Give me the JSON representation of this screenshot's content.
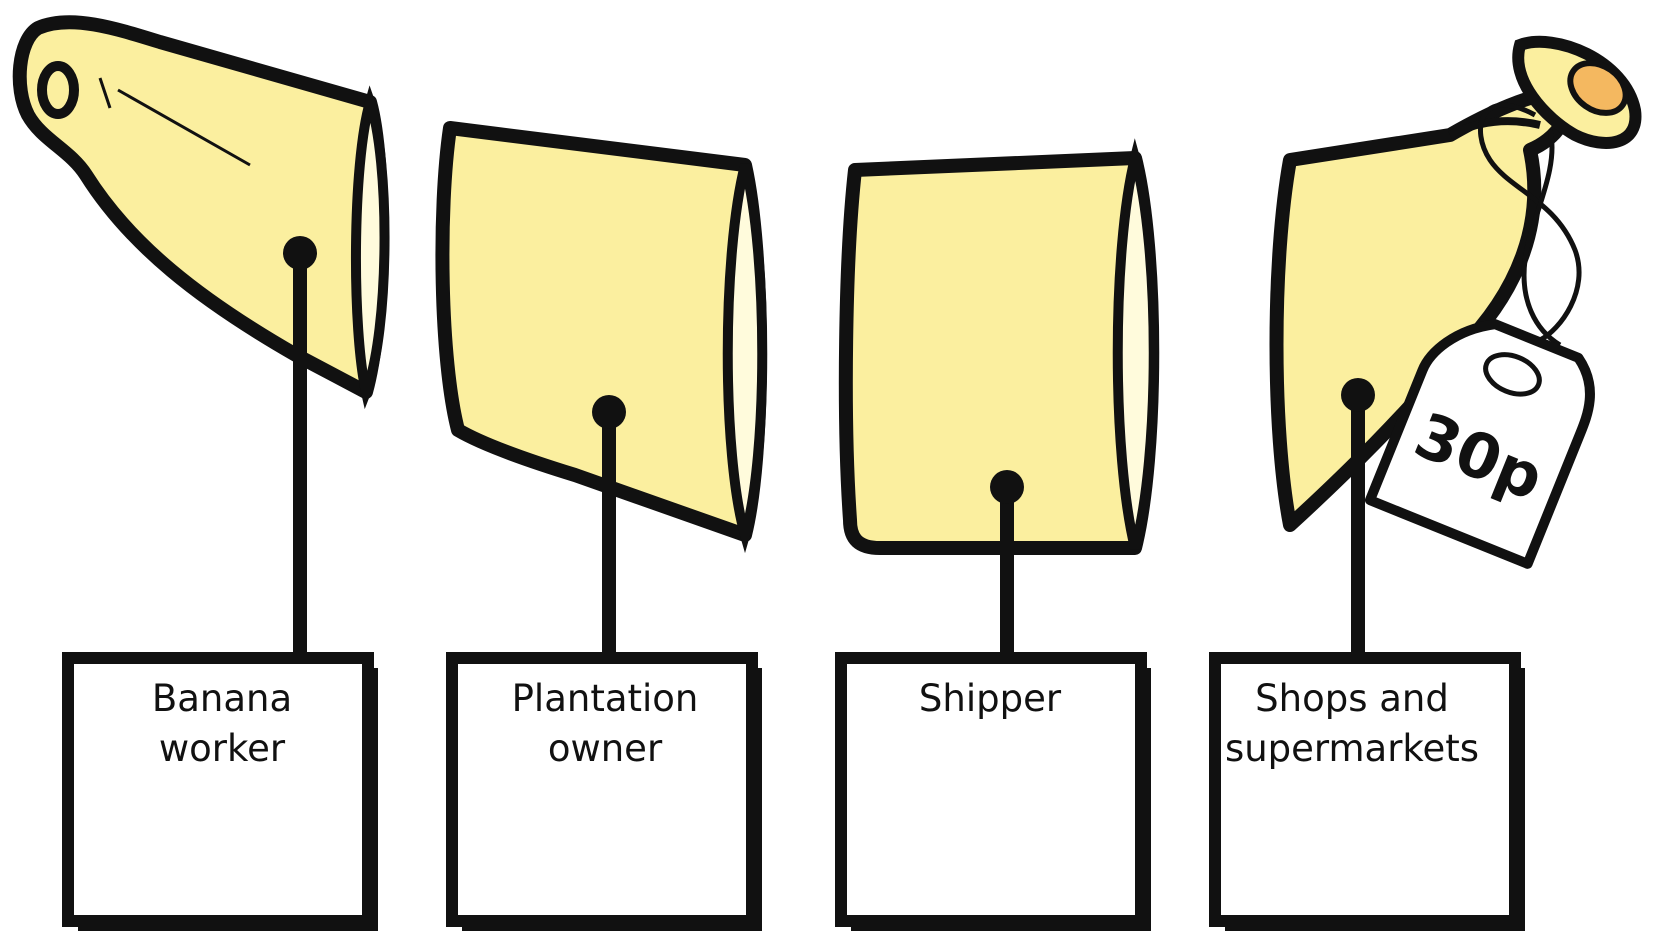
{
  "diagram": {
    "pieces": [
      {
        "label_lines": [
          "Banana",
          "worker"
        ]
      },
      {
        "label_lines": [
          "Plantation",
          "owner"
        ]
      },
      {
        "label_lines": [
          "Shipper"
        ]
      },
      {
        "label_lines": [
          "Shops and",
          "supermarkets"
        ]
      }
    ],
    "price_tag": "30p"
  },
  "colors": {
    "banana_fill": "#fbef9f",
    "banana_cut_face": "#fffbdc",
    "stem_tip": "#f4b860",
    "outline": "#111111",
    "box_fill": "#ffffff"
  }
}
